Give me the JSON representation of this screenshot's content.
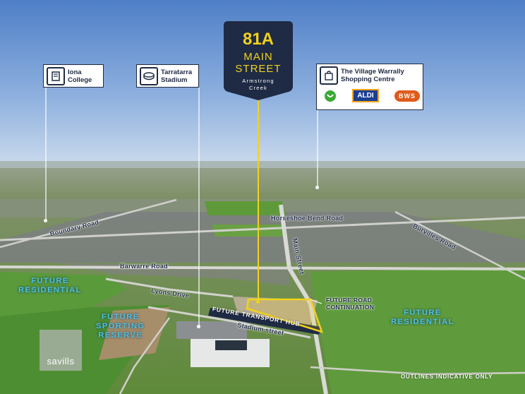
{
  "badge": {
    "number": "81A",
    "line1": "MAIN",
    "line2": "STREET",
    "suburb1": "Armstrong",
    "suburb2": "Creek"
  },
  "callouts": {
    "iona": {
      "line1": "Iona",
      "line2": "College",
      "icon": "book-icon"
    },
    "tarratarra": {
      "line1": "Tarratarra",
      "line2": "Stadium",
      "icon": "stadium-icon"
    },
    "village": {
      "line1": "The Village Warrally",
      "line2": "Shopping Centre",
      "icon": "shopping-bag-icon",
      "logo_aldi": "ALDI",
      "logo_bws": "BWS"
    }
  },
  "roads": {
    "horseshoe": "Horseshoe Bend Road",
    "boundary": "Boundary Road",
    "burvilles": "Burvilles Road",
    "barwarre": "Barwarre Road",
    "main": "Main Street",
    "lyons": "Lyons Drive",
    "stadium": "Stadium street",
    "transport": "FUTURE TRANSPORT HUB",
    "future_road1": "FUTURE ROAD",
    "future_road2": "CONTINUATION"
  },
  "zones": {
    "res_left1": "FUTURE",
    "res_left2": "RESIDENTIAL",
    "sport1": "FUTURE",
    "sport2": "SPORTING",
    "sport3": "RESERVE",
    "res_right1": "FUTURE",
    "res_right2": "RESIDENTIAL"
  },
  "disclaimer": "OUTLINES INDICATIVE ONLY",
  "agency": "savills",
  "colors": {
    "navy": "#1f2a44",
    "yellow": "#f2d21b",
    "zone_blue": "#4fc3e8"
  }
}
